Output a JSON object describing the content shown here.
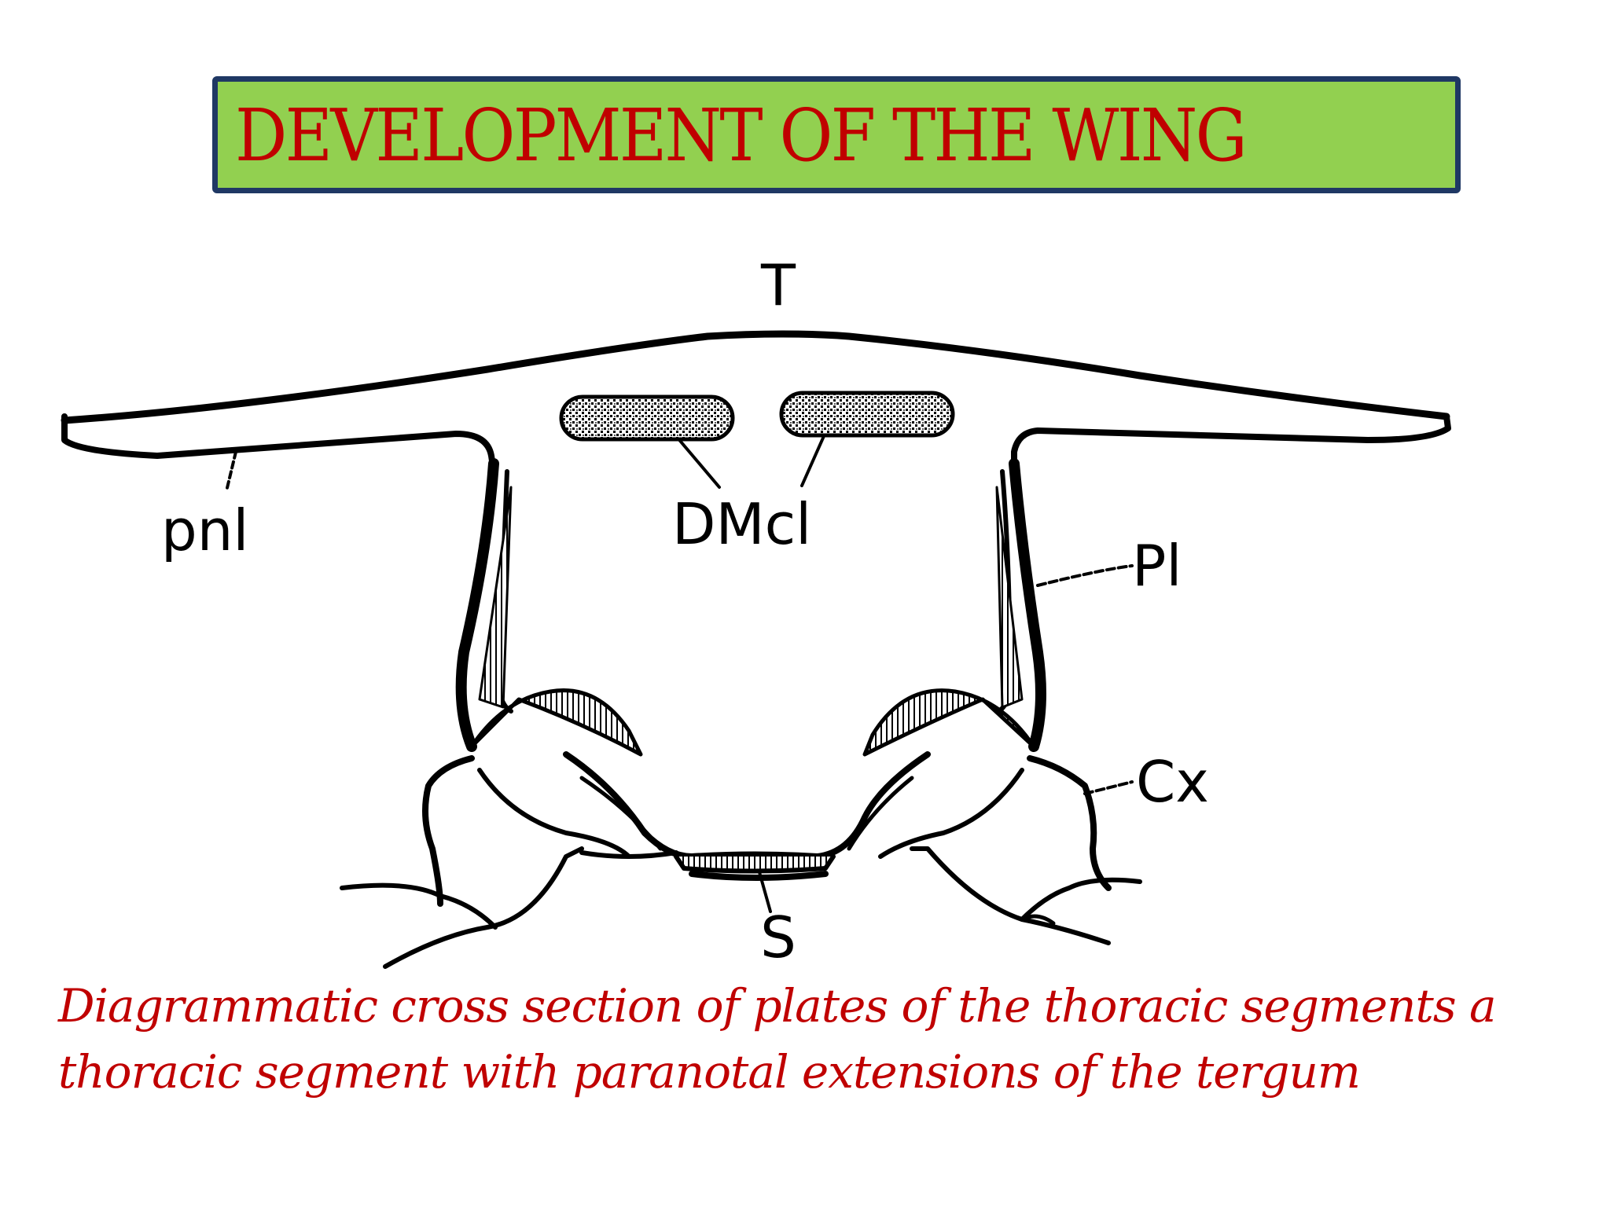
{
  "title": "DEVELOPMENT OF THE WING",
  "labels": {
    "tergum": "T",
    "paranotal_lobe": "pnl",
    "dorsal_muscles": "DMcl",
    "pleuron": "Pl",
    "coxa": "Cx",
    "sternum": "S"
  },
  "caption_lines": [
    "Diagrammatic cross section of plates of the thoracic segments a",
    "thoracic segment with paranotal extensions of the tergum"
  ],
  "colors": {
    "title_bg": "#92d050",
    "title_border": "#1f3864",
    "title_text": "#c00000",
    "caption_text": "#c00000"
  }
}
